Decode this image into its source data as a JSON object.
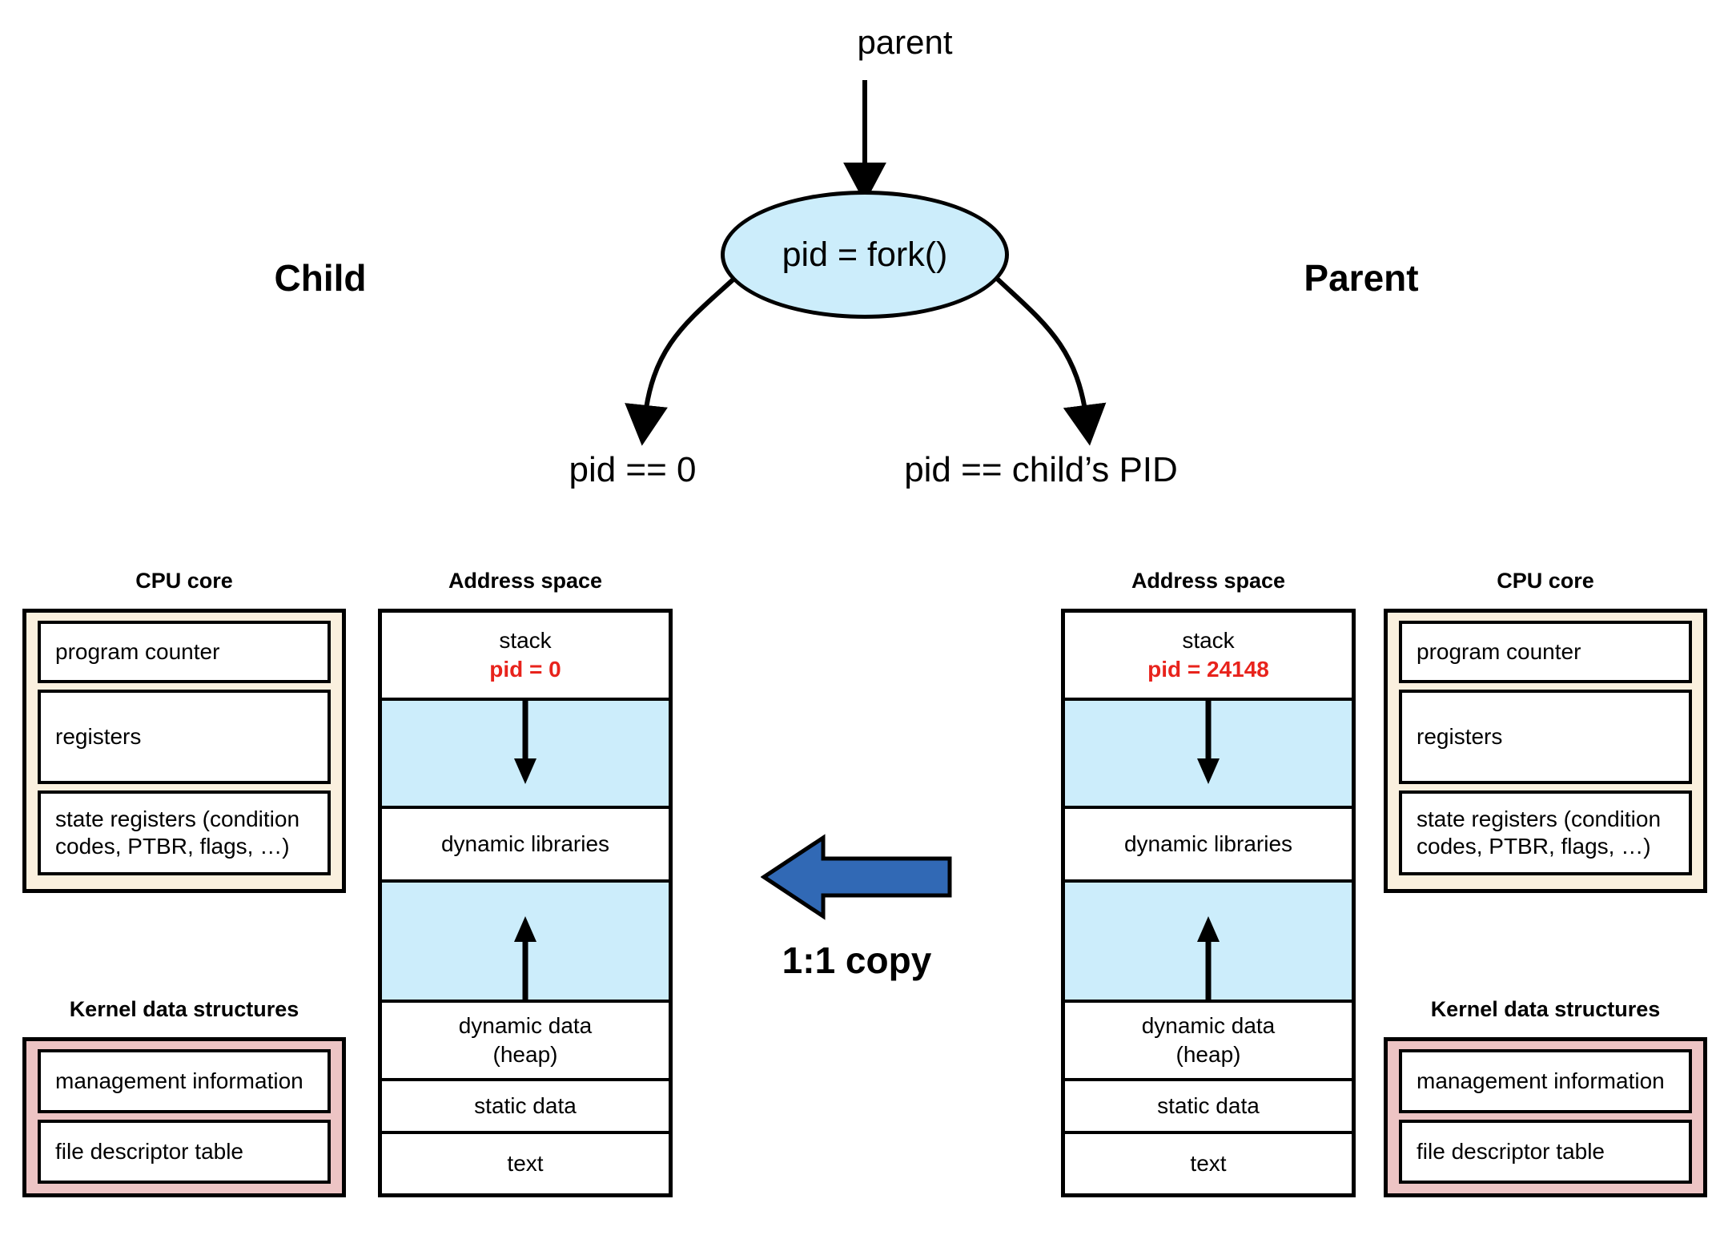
{
  "flow": {
    "entry_label": "parent",
    "fork_call": "pid = fork()",
    "child_title": "Child",
    "parent_title": "Parent",
    "child_branch": "pid == 0",
    "parent_branch": "pid == child’s PID"
  },
  "copy": {
    "label": "1:1 copy",
    "arrow_color": "#3169B5",
    "direction": "right-to-left"
  },
  "headings": {
    "cpu_core": "CPU core",
    "address_space": "Address space",
    "kernel_data_structures": "Kernel data structures"
  },
  "cpu_core": {
    "slots": [
      "program counter",
      "registers",
      "state registers (condition codes, PTBR, flags, …)"
    ],
    "fill_color": "#FAF0DE"
  },
  "kernel_data": {
    "slots": [
      "management information",
      "file descriptor table"
    ],
    "fill_color": "#EDC4C4"
  },
  "child": {
    "heading_cpu": "CPU core",
    "heading_addr": "Address space",
    "heading_kernel": "Kernel data structures",
    "address_space": {
      "stack_label": "stack",
      "pid_label": "pid = 0",
      "segments": [
        "stack",
        "",
        "dynamic libraries",
        "",
        "dynamic data (heap)",
        "static data",
        "text"
      ],
      "heap_line1": "dynamic data",
      "heap_line2": "(heap)",
      "dynamic_libraries": "dynamic libraries",
      "static_data": "static data",
      "text": "text"
    }
  },
  "parent": {
    "heading_cpu": "CPU core",
    "heading_addr": "Address space",
    "heading_kernel": "Kernel data structures",
    "address_space": {
      "stack_label": "stack",
      "pid_label": "pid = 24148",
      "segments": [
        "stack",
        "",
        "dynamic libraries",
        "",
        "dynamic data (heap)",
        "static data",
        "text"
      ],
      "heap_line1": "dynamic data",
      "heap_line2": "(heap)",
      "dynamic_libraries": "dynamic libraries",
      "static_data": "static data",
      "text": "text"
    }
  },
  "colors": {
    "gap_blue": "#CCEDFB",
    "ellipse_blue": "#CCEDFB",
    "pid_red": "#E8231C",
    "cpu_cream": "#FAF0DE",
    "kernel_pink": "#EDC4C4",
    "copy_arrow_blue": "#3169B5",
    "stroke": "#000000"
  }
}
